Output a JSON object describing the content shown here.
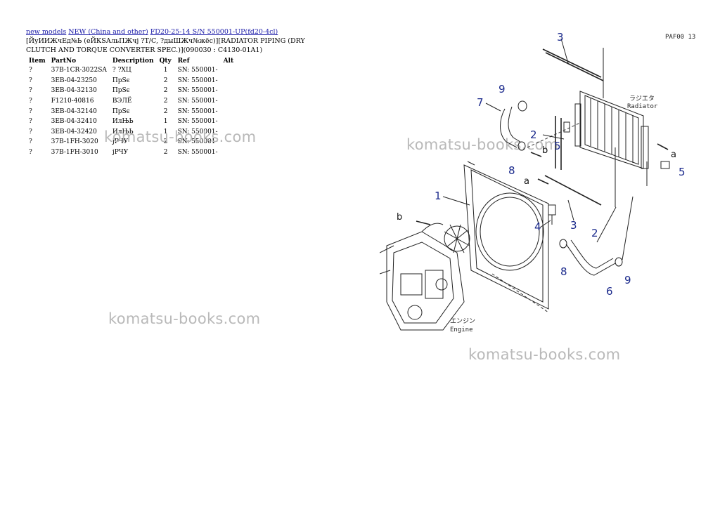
{
  "breadcrumb": {
    "link1": "new models",
    "link2": "NEW (China and other)",
    "link3": "FD20-25-14 S/N 550001-UP(fd20-4cl)"
  },
  "title": "[ЙуИИЖчЕд№Ь (еЙКЅАльПЖчј ?T/C, ?дыШЖч№жёс)][RADIATOR PIPING (DRY CLUTCH AND TORQUE CONVERTER SPEC.)](090030 : C4130-01A1)",
  "table": {
    "headers": [
      "Item",
      "PartNo",
      "Description",
      "Qty",
      "Ref",
      "Alt"
    ],
    "rows": [
      {
        "item": "?",
        "part": "37B-1CR-3022SA",
        "desc": "? ?ХЦ",
        "qty": "1",
        "ref": "SN: 550001-"
      },
      {
        "item": "?",
        "part": "3EB-04-23250",
        "desc": "ПрЅє",
        "qty": "2",
        "ref": "SN: 550001-"
      },
      {
        "item": "?",
        "part": "3EB-04-32130",
        "desc": "ПрЅє",
        "qty": "2",
        "ref": "SN: 550001-"
      },
      {
        "item": "?",
        "part": "F1210-40816",
        "desc": "ВЭЛЁ",
        "qty": "2",
        "ref": "SN: 550001-"
      },
      {
        "item": "?",
        "part": "3EB-04-32140",
        "desc": "ПрЅє",
        "qty": "2",
        "ref": "SN: 550001-"
      },
      {
        "item": "?",
        "part": "3EB-04-32410",
        "desc": "ИлЊЬ",
        "qty": "1",
        "ref": "SN: 550001-"
      },
      {
        "item": "?",
        "part": "3EB-04-32420",
        "desc": "ИлЊЬ",
        "qty": "1",
        "ref": "SN: 550001-"
      },
      {
        "item": "?",
        "part": "37B-1FH-3020",
        "desc": "јРЧУ",
        "qty": "2",
        "ref": "SN: 550001-"
      },
      {
        "item": "?",
        "part": "37B-1FH-3010",
        "desc": "јРЧУ",
        "qty": "2",
        "ref": "SN: 550001-"
      }
    ]
  },
  "watermark": "komatsu-books.com",
  "diagram": {
    "code": "PAF00 13",
    "radiator_jp": "ラジエタ",
    "radiator_en": "Radiator",
    "engine_jp": "エンジン",
    "engine_en": "Engine",
    "callouts": {
      "n1": "1",
      "n2a": "2",
      "n2b": "2",
      "n3a": "3",
      "n3b": "3",
      "n4": "4",
      "n5a": "5",
      "n5b": "5",
      "n6": "6",
      "n7": "7",
      "n8a": "8",
      "n8b": "8",
      "n9a": "9",
      "n9b": "9",
      "a1": "a",
      "a2": "a",
      "b1": "b",
      "b2": "b"
    }
  }
}
